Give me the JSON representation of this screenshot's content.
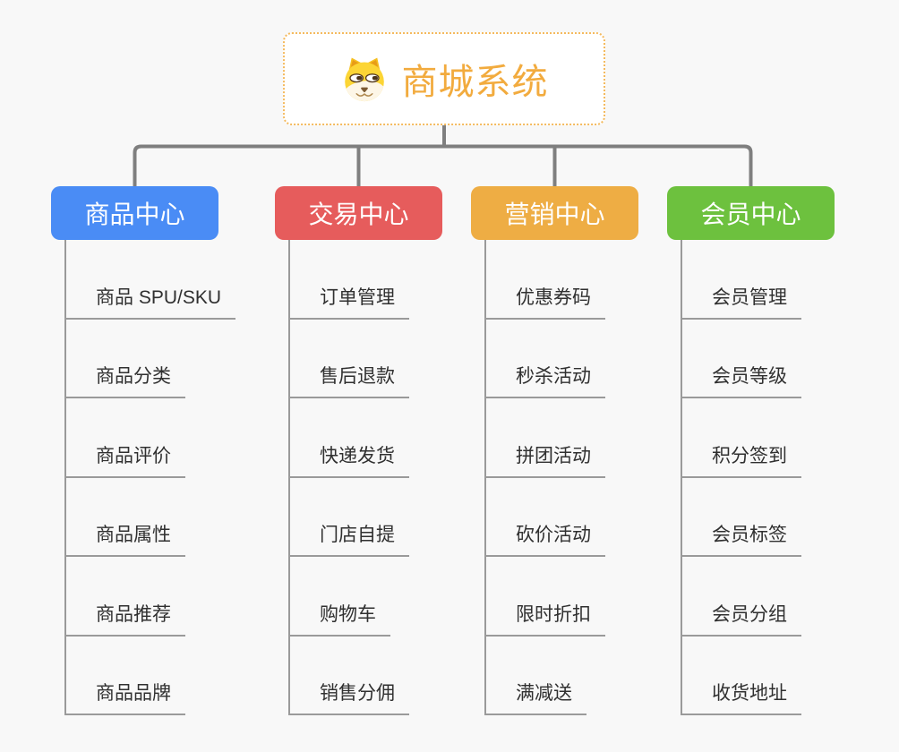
{
  "page": {
    "background": "#f8f8f8"
  },
  "root": {
    "title": "商城系统",
    "icon": "dog-face-icon",
    "text_color": "#f2ab3e",
    "border_color": "#f4ba5e"
  },
  "lines": {
    "connector_color": "#7f7f7f",
    "sub_line_color": "#9a9a9a"
  },
  "branches": [
    {
      "label": "商品中心",
      "color": "#4a8cf5",
      "children": [
        "商品 SPU/SKU",
        "商品分类",
        "商品评价",
        "商品属性",
        "商品推荐",
        "商品品牌"
      ]
    },
    {
      "label": "交易中心",
      "color": "#e65c5c",
      "children": [
        "订单管理",
        "售后退款",
        "快递发货",
        "门店自提",
        "购物车",
        "销售分佣"
      ]
    },
    {
      "label": "营销中心",
      "color": "#eead44",
      "children": [
        "优惠券码",
        "秒杀活动",
        "拼团活动",
        "砍价活动",
        "限时折扣",
        "满减送"
      ]
    },
    {
      "label": "会员中心",
      "color": "#6dc13e",
      "children": [
        "会员管理",
        "会员等级",
        "积分签到",
        "会员标签",
        "会员分组",
        "收货地址"
      ]
    }
  ]
}
